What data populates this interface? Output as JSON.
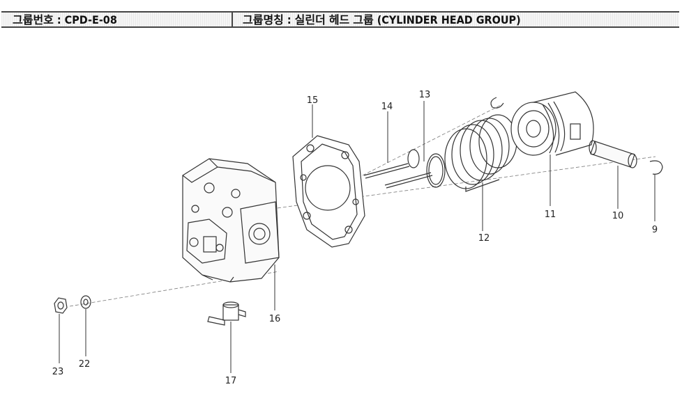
{
  "header": {
    "group_number": "그룹번호 : CPD-E-08",
    "group_name": "그룹명칭 : 실린더 헤드 그룹 (CYLINDER HEAD GROUP)"
  },
  "diagram": {
    "parts": [
      {
        "key": "p9",
        "label": "9",
        "name": "snap-ring"
      },
      {
        "key": "p10",
        "label": "10",
        "name": "piston-pin"
      },
      {
        "key": "p11",
        "label": "11",
        "name": "piston"
      },
      {
        "key": "p12",
        "label": "12",
        "name": "piston-ring-set"
      },
      {
        "key": "p13",
        "label": "13",
        "name": "valve-spring-washer"
      },
      {
        "key": "p14",
        "label": "14",
        "name": "valve"
      },
      {
        "key": "p15",
        "label": "15",
        "name": "head-gasket"
      },
      {
        "key": "p16",
        "label": "16",
        "name": "cylinder-head"
      },
      {
        "key": "p17",
        "label": "17",
        "name": "bracket-fitting"
      },
      {
        "key": "p22",
        "label": "22",
        "name": "washer"
      },
      {
        "key": "p23",
        "label": "23",
        "name": "nut"
      }
    ],
    "labels": {
      "p9": "9",
      "p10": "10",
      "p11": "11",
      "p12": "12",
      "p13": "13",
      "p14": "14",
      "p15": "15",
      "p16": "16",
      "p17": "17",
      "p22": "22",
      "p23": "23"
    },
    "line_color": "#333333"
  }
}
